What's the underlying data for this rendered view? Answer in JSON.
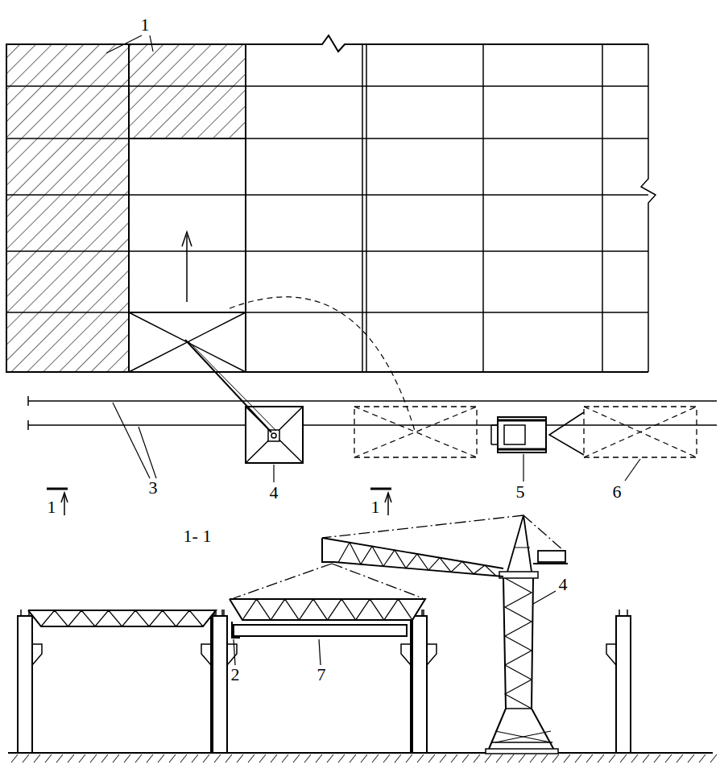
{
  "diagram": {
    "labels": [
      "1",
      "3",
      "4",
      "5",
      "6",
      "1",
      "1",
      "1- 1",
      "4",
      "2",
      "7"
    ]
  }
}
